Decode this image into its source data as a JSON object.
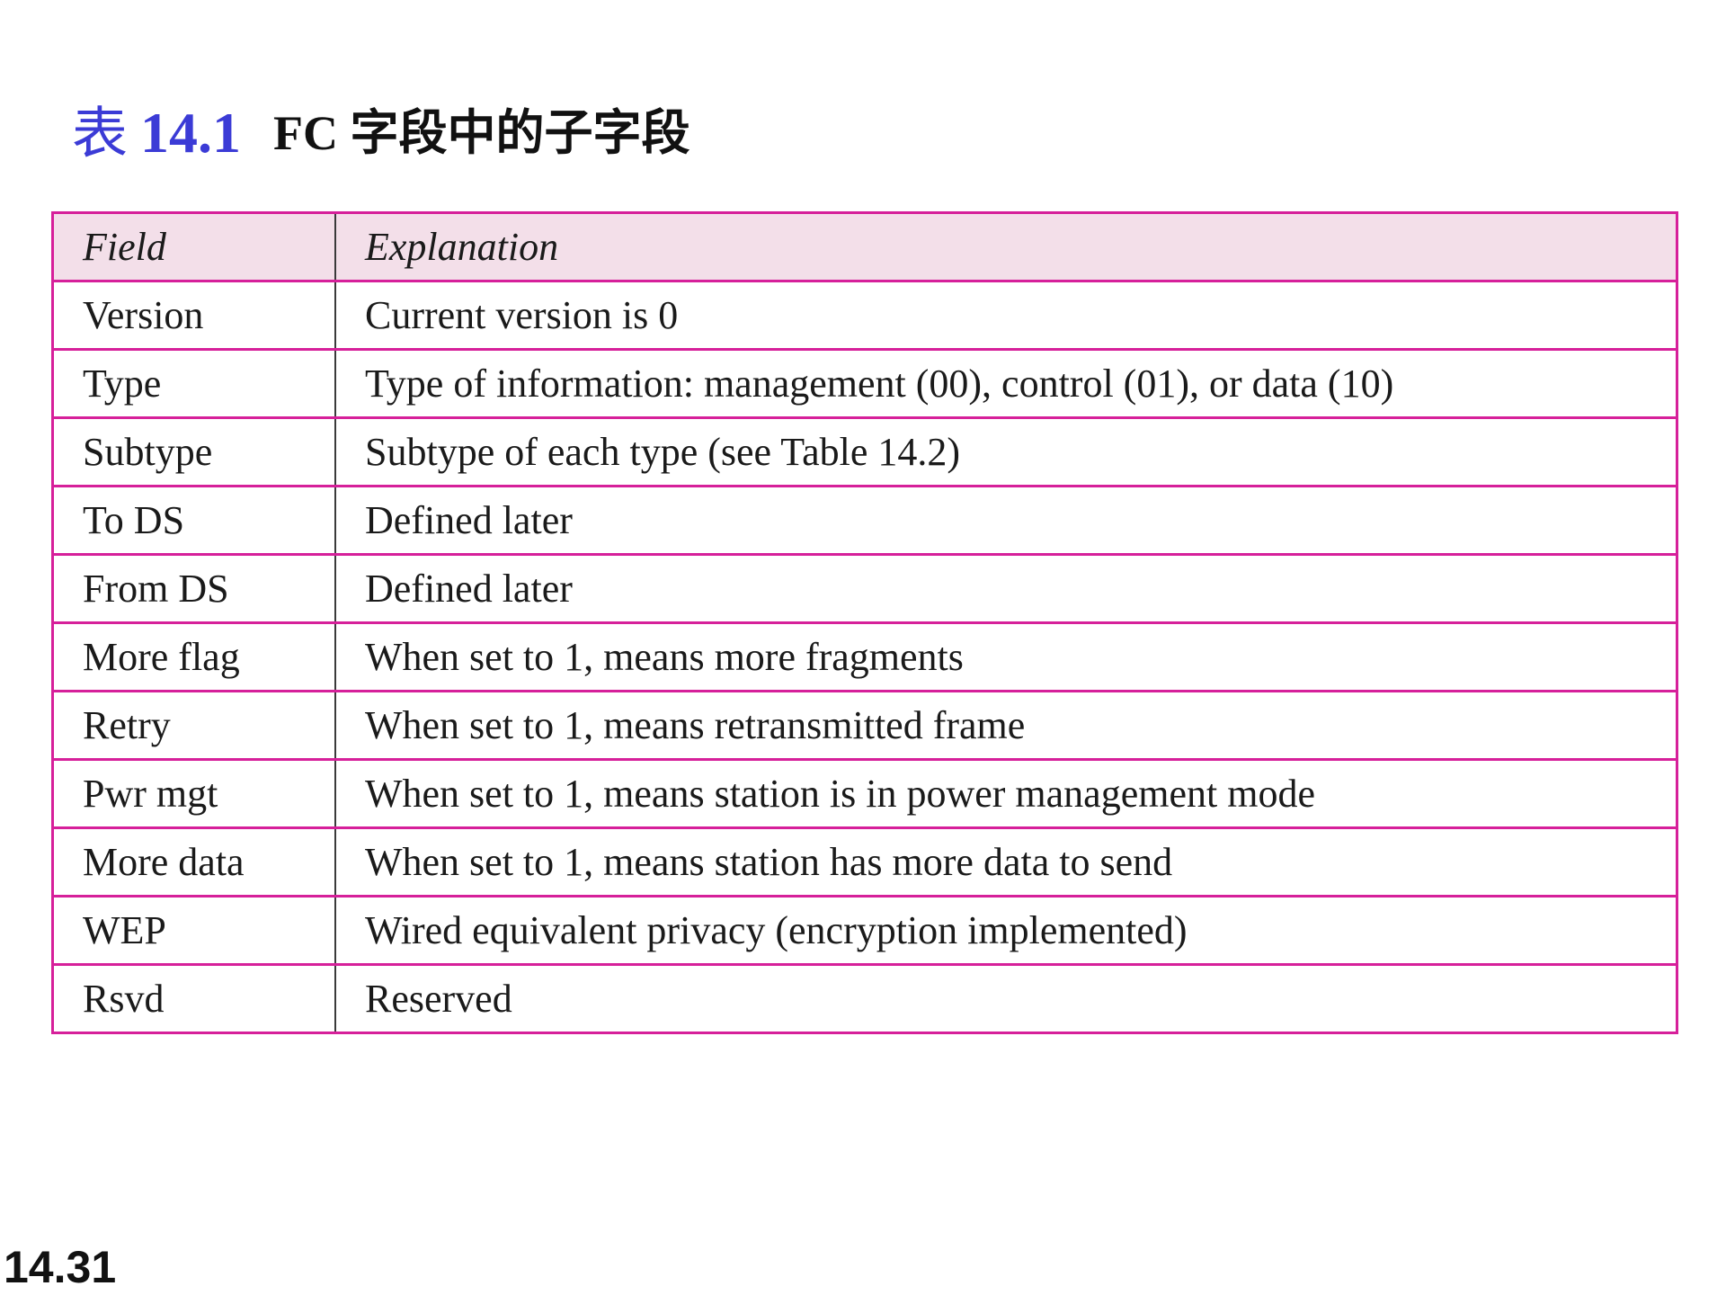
{
  "title": {
    "label": "表",
    "number": "14.1",
    "text": "FC 字段中的子字段"
  },
  "table": {
    "headers": [
      "Field",
      "Explanation"
    ],
    "rows": [
      {
        "field": "Version",
        "explanation": "Current version is 0"
      },
      {
        "field": "Type",
        "explanation": "Type of information: management (00), control (01), or data (10)"
      },
      {
        "field": "Subtype",
        "explanation": "Subtype of each type (see Table 14.2)"
      },
      {
        "field": "To DS",
        "explanation": "Defined later"
      },
      {
        "field": "From DS",
        "explanation": "Defined later"
      },
      {
        "field": "More flag",
        "explanation": "When set to 1, means more fragments"
      },
      {
        "field": "Retry",
        "explanation": "When set to 1, means retransmitted frame"
      },
      {
        "field": "Pwr mgt",
        "explanation": "When set to 1, means station is in power management mode"
      },
      {
        "field": "More data",
        "explanation": "When set to 1, means station has more data to send"
      },
      {
        "field": "WEP",
        "explanation": "Wired equivalent privacy (encryption implemented)"
      },
      {
        "field": "Rsvd",
        "explanation": "Reserved"
      }
    ]
  },
  "page_number": "14.31",
  "colors": {
    "title_accent": "#3b3bd6",
    "table_border": "#d6209a",
    "header_background": "#f3dfe9"
  }
}
